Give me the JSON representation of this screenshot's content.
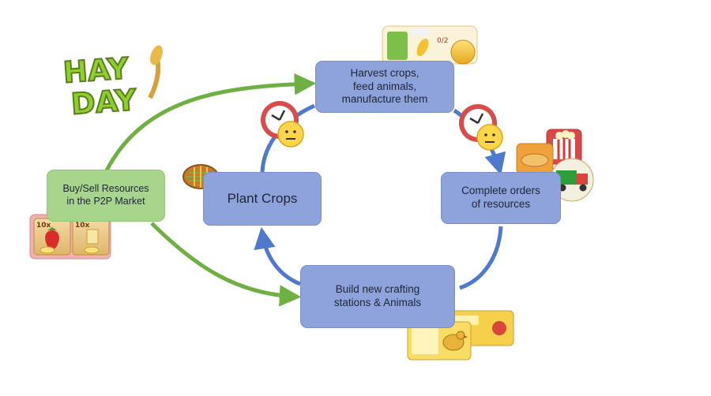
{
  "logo": {
    "text": "HAY DAY",
    "line1": "HAY",
    "line2": "DAY"
  },
  "nodes": {
    "harvest": "Harvest crops,\nfeed animals,\nmanufacture them",
    "complete_orders": "Complete orders\nof resources",
    "build": "Build new crafting\nstations & Animals",
    "plant": "Plant Crops",
    "market": "Buy/Sell Resources\nin the P2P Market"
  },
  "thumbnails": {
    "harvest_badge": "0/2",
    "market_cards": [
      "10x",
      "10x"
    ]
  },
  "colors": {
    "cycle_blue": "#4f79cc",
    "market_green": "#6fb042",
    "node_blue": "#8ea3dc",
    "node_green": "#a7d58c"
  },
  "icons": [
    "clock-icon",
    "neutral-face-icon",
    "wheat-field-icon",
    "popcorn-icon",
    "delivery-truck-icon",
    "strawberry-icon",
    "chicken-icon"
  ]
}
